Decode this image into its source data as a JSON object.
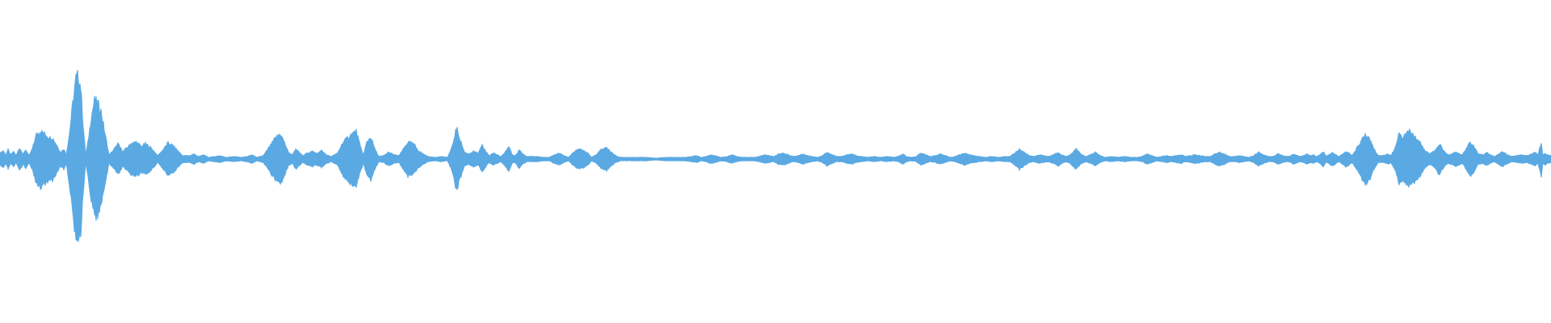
{
  "waveform": {
    "color": "#5aa9e3",
    "background": "#ffffff",
    "envelope": [
      [
        0,
        0.07
      ],
      [
        4,
        0.1
      ],
      [
        7,
        0.05
      ],
      [
        10,
        0.11
      ],
      [
        13,
        0.05
      ],
      [
        17,
        0.09
      ],
      [
        20,
        0.04
      ],
      [
        24,
        0.13
      ],
      [
        29,
        0.06
      ],
      [
        32,
        0.11
      ],
      [
        36,
        0.04
      ],
      [
        40,
        0.12
      ],
      [
        45,
        0.29
      ],
      [
        50,
        0.33
      ],
      [
        55,
        0.3
      ],
      [
        60,
        0.26
      ],
      [
        65,
        0.25
      ],
      [
        70,
        0.17
      ],
      [
        75,
        0.08
      ],
      [
        79,
        0.12
      ],
      [
        82,
        0.05
      ],
      [
        86,
        0.3
      ],
      [
        90,
        0.65
      ],
      [
        94,
        0.95
      ],
      [
        97,
        0.98
      ],
      [
        100,
        0.85
      ],
      [
        103,
        0.4
      ],
      [
        106,
        0.05
      ],
      [
        109,
        0.2
      ],
      [
        113,
        0.5
      ],
      [
        117,
        0.69
      ],
      [
        121,
        0.66
      ],
      [
        125,
        0.57
      ],
      [
        130,
        0.3
      ],
      [
        135,
        0.05
      ],
      [
        140,
        0.1
      ],
      [
        146,
        0.18
      ],
      [
        152,
        0.09
      ],
      [
        158,
        0.14
      ],
      [
        163,
        0.19
      ],
      [
        169,
        0.2
      ],
      [
        175,
        0.15
      ],
      [
        180,
        0.18
      ],
      [
        186,
        0.14
      ],
      [
        191,
        0.09
      ],
      [
        195,
        0.04
      ],
      [
        201,
        0.1
      ],
      [
        208,
        0.19
      ],
      [
        214,
        0.16
      ],
      [
        220,
        0.1
      ],
      [
        226,
        0.04
      ],
      [
        235,
        0.04
      ],
      [
        240,
        0.06
      ],
      [
        246,
        0.03
      ],
      [
        252,
        0.05
      ],
      [
        258,
        0.02
      ],
      [
        266,
        0.03
      ],
      [
        272,
        0.04
      ],
      [
        280,
        0.02
      ],
      [
        290,
        0.03
      ],
      [
        298,
        0.02
      ],
      [
        306,
        0.03
      ],
      [
        312,
        0.05
      ],
      [
        318,
        0.02
      ],
      [
        326,
        0.04
      ],
      [
        334,
        0.15
      ],
      [
        341,
        0.25
      ],
      [
        347,
        0.3
      ],
      [
        352,
        0.2
      ],
      [
        357,
        0.08
      ],
      [
        362,
        0.05
      ],
      [
        366,
        0.12
      ],
      [
        370,
        0.08
      ],
      [
        375,
        0.04
      ],
      [
        380,
        0.07
      ],
      [
        386,
        0.09
      ],
      [
        392,
        0.07
      ],
      [
        398,
        0.1
      ],
      [
        404,
        0.05
      ],
      [
        410,
        0.03
      ],
      [
        418,
        0.07
      ],
      [
        424,
        0.19
      ],
      [
        430,
        0.25
      ],
      [
        436,
        0.3
      ],
      [
        441,
        0.33
      ],
      [
        446,
        0.15
      ],
      [
        450,
        0.05
      ],
      [
        454,
        0.2
      ],
      [
        459,
        0.26
      ],
      [
        464,
        0.12
      ],
      [
        469,
        0.03
      ],
      [
        475,
        0.04
      ],
      [
        481,
        0.08
      ],
      [
        488,
        0.05
      ],
      [
        494,
        0.04
      ],
      [
        498,
        0.1
      ],
      [
        505,
        0.2
      ],
      [
        512,
        0.18
      ],
      [
        518,
        0.1
      ],
      [
        524,
        0.06
      ],
      [
        530,
        0.03
      ],
      [
        538,
        0.02
      ],
      [
        546,
        0.03
      ],
      [
        554,
        0.02
      ],
      [
        560,
        0.15
      ],
      [
        565,
        0.37
      ],
      [
        570,
        0.22
      ],
      [
        575,
        0.08
      ],
      [
        580,
        0.06
      ],
      [
        586,
        0.09
      ],
      [
        592,
        0.07
      ],
      [
        597,
        0.16
      ],
      [
        602,
        0.08
      ],
      [
        606,
        0.04
      ],
      [
        610,
        0.07
      ],
      [
        616,
        0.05
      ],
      [
        620,
        0.03
      ],
      [
        625,
        0.08
      ],
      [
        630,
        0.14
      ],
      [
        634,
        0.05
      ],
      [
        638,
        0.04
      ],
      [
        643,
        0.11
      ],
      [
        647,
        0.06
      ],
      [
        652,
        0.03
      ],
      [
        660,
        0.03
      ],
      [
        666,
        0.03
      ],
      [
        672,
        0.02
      ],
      [
        680,
        0.02
      ],
      [
        686,
        0.05
      ],
      [
        692,
        0.07
      ],
      [
        698,
        0.04
      ],
      [
        704,
        0.02
      ],
      [
        710,
        0.08
      ],
      [
        716,
        0.12
      ],
      [
        722,
        0.1
      ],
      [
        728,
        0.07
      ],
      [
        732,
        0.02
      ],
      [
        738,
        0.05
      ],
      [
        744,
        0.11
      ],
      [
        750,
        0.14
      ],
      [
        756,
        0.09
      ],
      [
        762,
        0.04
      ],
      [
        768,
        0.02
      ],
      [
        778,
        0.02
      ],
      [
        790,
        0.02
      ],
      [
        800,
        0.02
      ],
      [
        812,
        0.01
      ],
      [
        824,
        0.02
      ],
      [
        836,
        0.02
      ],
      [
        848,
        0.02
      ],
      [
        856,
        0.03
      ],
      [
        862,
        0.04
      ],
      [
        868,
        0.02
      ],
      [
        874,
        0.03
      ],
      [
        880,
        0.05
      ],
      [
        886,
        0.04
      ],
      [
        892,
        0.02
      ],
      [
        900,
        0.03
      ],
      [
        906,
        0.05
      ],
      [
        912,
        0.03
      ],
      [
        918,
        0.02
      ],
      [
        926,
        0.02
      ],
      [
        934,
        0.02
      ],
      [
        940,
        0.03
      ],
      [
        946,
        0.05
      ],
      [
        952,
        0.04
      ],
      [
        958,
        0.03
      ],
      [
        964,
        0.06
      ],
      [
        970,
        0.07
      ],
      [
        976,
        0.05
      ],
      [
        982,
        0.03
      ],
      [
        988,
        0.04
      ],
      [
        994,
        0.06
      ],
      [
        1000,
        0.04
      ],
      [
        1006,
        0.03
      ],
      [
        1012,
        0.02
      ],
      [
        1018,
        0.04
      ],
      [
        1024,
        0.08
      ],
      [
        1030,
        0.05
      ],
      [
        1036,
        0.03
      ],
      [
        1042,
        0.03
      ],
      [
        1048,
        0.05
      ],
      [
        1054,
        0.06
      ],
      [
        1060,
        0.04
      ],
      [
        1066,
        0.03
      ],
      [
        1074,
        0.02
      ],
      [
        1082,
        0.03
      ],
      [
        1090,
        0.02
      ],
      [
        1098,
        0.03
      ],
      [
        1106,
        0.02
      ],
      [
        1112,
        0.03
      ],
      [
        1118,
        0.06
      ],
      [
        1122,
        0.03
      ],
      [
        1128,
        0.02
      ],
      [
        1134,
        0.03
      ],
      [
        1140,
        0.07
      ],
      [
        1146,
        0.05
      ],
      [
        1152,
        0.03
      ],
      [
        1158,
        0.04
      ],
      [
        1164,
        0.06
      ],
      [
        1170,
        0.04
      ],
      [
        1176,
        0.02
      ],
      [
        1182,
        0.03
      ],
      [
        1188,
        0.05
      ],
      [
        1194,
        0.07
      ],
      [
        1200,
        0.05
      ],
      [
        1206,
        0.04
      ],
      [
        1212,
        0.03
      ],
      [
        1220,
        0.02
      ],
      [
        1228,
        0.03
      ],
      [
        1236,
        0.02
      ],
      [
        1244,
        0.03
      ],
      [
        1250,
        0.03
      ],
      [
        1256,
        0.07
      ],
      [
        1262,
        0.12
      ],
      [
        1268,
        0.08
      ],
      [
        1274,
        0.04
      ],
      [
        1280,
        0.03
      ],
      [
        1286,
        0.05
      ],
      [
        1292,
        0.04
      ],
      [
        1298,
        0.03
      ],
      [
        1304,
        0.05
      ],
      [
        1310,
        0.08
      ],
      [
        1314,
        0.05
      ],
      [
        1320,
        0.03
      ],
      [
        1326,
        0.06
      ],
      [
        1332,
        0.12
      ],
      [
        1338,
        0.06
      ],
      [
        1344,
        0.03
      ],
      [
        1350,
        0.05
      ],
      [
        1356,
        0.08
      ],
      [
        1362,
        0.04
      ],
      [
        1368,
        0.02
      ],
      [
        1376,
        0.03
      ],
      [
        1384,
        0.02
      ],
      [
        1392,
        0.03
      ],
      [
        1400,
        0.02
      ],
      [
        1408,
        0.02
      ],
      [
        1414,
        0.03
      ],
      [
        1420,
        0.06
      ],
      [
        1426,
        0.04
      ],
      [
        1432,
        0.02
      ],
      [
        1438,
        0.03
      ],
      [
        1444,
        0.04
      ],
      [
        1450,
        0.03
      ],
      [
        1456,
        0.04
      ],
      [
        1462,
        0.05
      ],
      [
        1468,
        0.03
      ],
      [
        1474,
        0.04
      ],
      [
        1480,
        0.05
      ],
      [
        1486,
        0.04
      ],
      [
        1492,
        0.03
      ],
      [
        1498,
        0.03
      ],
      [
        1504,
        0.06
      ],
      [
        1510,
        0.08
      ],
      [
        1516,
        0.06
      ],
      [
        1522,
        0.03
      ],
      [
        1528,
        0.03
      ],
      [
        1534,
        0.04
      ],
      [
        1540,
        0.03
      ],
      [
        1546,
        0.02
      ],
      [
        1552,
        0.04
      ],
      [
        1558,
        0.08
      ],
      [
        1564,
        0.05
      ],
      [
        1570,
        0.03
      ],
      [
        1576,
        0.03
      ],
      [
        1582,
        0.06
      ],
      [
        1588,
        0.04
      ],
      [
        1594,
        0.03
      ],
      [
        1598,
        0.04
      ],
      [
        1602,
        0.06
      ],
      [
        1606,
        0.04
      ],
      [
        1610,
        0.03
      ],
      [
        1614,
        0.04
      ],
      [
        1618,
        0.06
      ],
      [
        1622,
        0.04
      ],
      [
        1626,
        0.05
      ],
      [
        1630,
        0.03
      ],
      [
        1634,
        0.05
      ],
      [
        1638,
        0.09
      ],
      [
        1642,
        0.03
      ],
      [
        1646,
        0.06
      ],
      [
        1650,
        0.08
      ],
      [
        1654,
        0.05
      ],
      [
        1658,
        0.03
      ],
      [
        1662,
        0.06
      ],
      [
        1666,
        0.09
      ],
      [
        1670,
        0.07
      ],
      [
        1674,
        0.04
      ],
      [
        1678,
        0.1
      ],
      [
        1684,
        0.2
      ],
      [
        1690,
        0.29
      ],
      [
        1695,
        0.25
      ],
      [
        1700,
        0.13
      ],
      [
        1706,
        0.04
      ],
      [
        1712,
        0.04
      ],
      [
        1718,
        0.06
      ],
      [
        1722,
        0.04
      ],
      [
        1728,
        0.15
      ],
      [
        1732,
        0.3
      ],
      [
        1736,
        0.25
      ],
      [
        1740,
        0.28
      ],
      [
        1744,
        0.33
      ],
      [
        1748,
        0.3
      ],
      [
        1752,
        0.26
      ],
      [
        1758,
        0.2
      ],
      [
        1764,
        0.1
      ],
      [
        1770,
        0.06
      ],
      [
        1776,
        0.1
      ],
      [
        1782,
        0.18
      ],
      [
        1787,
        0.1
      ],
      [
        1792,
        0.05
      ],
      [
        1797,
        0.06
      ],
      [
        1802,
        0.08
      ],
      [
        1806,
        0.07
      ],
      [
        1810,
        0.05
      ],
      [
        1815,
        0.12
      ],
      [
        1820,
        0.2
      ],
      [
        1825,
        0.14
      ],
      [
        1830,
        0.06
      ],
      [
        1836,
        0.05
      ],
      [
        1840,
        0.08
      ],
      [
        1845,
        0.05
      ],
      [
        1850,
        0.03
      ],
      [
        1855,
        0.06
      ],
      [
        1860,
        0.09
      ],
      [
        1866,
        0.05
      ],
      [
        1872,
        0.03
      ],
      [
        1878,
        0.04
      ],
      [
        1884,
        0.05
      ],
      [
        1890,
        0.04
      ],
      [
        1896,
        0.06
      ],
      [
        1900,
        0.08
      ],
      [
        1904,
        0.05
      ],
      [
        1906,
        0.13
      ],
      [
        1908,
        0.2
      ],
      [
        1910,
        0.04
      ],
      [
        1912,
        0.07
      ],
      [
        1916,
        0.05
      ],
      [
        1920,
        0.04
      ]
    ]
  }
}
